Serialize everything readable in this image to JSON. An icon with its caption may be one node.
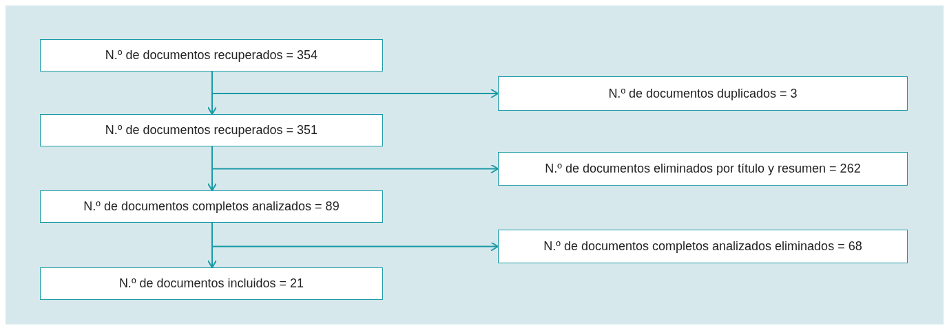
{
  "diagram": {
    "nodes": [
      {
        "text": [
          "N.º de documentos recuperados = 354"
        ]
      },
      {
        "text": [
          "N.º de documentos duplicados = 3"
        ]
      },
      {
        "text": [
          "N.º de documentos recuperados = 351"
        ]
      },
      {
        "text": [
          "N.º de documentos eliminados por título y resumen = 262"
        ]
      },
      {
        "text": [
          "N.º de documentos completos analizados = 89"
        ]
      },
      {
        "text": [
          "N.º de documentos completos analizados eliminados = 68"
        ]
      },
      {
        "text": [
          "N.º de documentos incluidos = 21"
        ]
      }
    ],
    "edges": [
      {
        "from": 0,
        "to": 2,
        "arrow": "to"
      },
      {
        "from": 0,
        "to": 1,
        "arrow": "to"
      },
      {
        "from": 2,
        "to": 4,
        "arrow": "to"
      },
      {
        "from": 2,
        "to": 3,
        "arrow": "to"
      },
      {
        "from": 4,
        "to": 6,
        "arrow": "to"
      },
      {
        "from": 4,
        "to": 5,
        "arrow": "to"
      }
    ]
  }
}
